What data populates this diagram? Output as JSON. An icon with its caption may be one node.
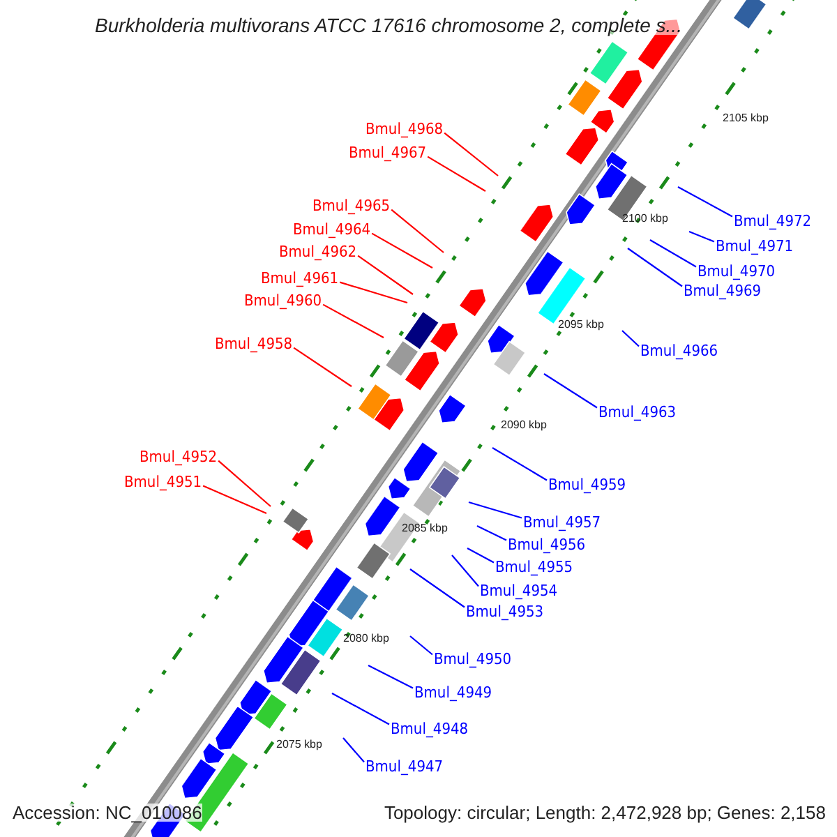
{
  "diagram": {
    "title": "Burkholderia multivorans ATCC 17616 chromosome 2, complete s...",
    "nodes": [
      {
        "text": [
          "Bmul_4968"
        ]
      },
      {
        "text": [
          "Bmul_4967"
        ]
      },
      {
        "text": [
          "Bmul_4965"
        ]
      },
      {
        "text": [
          "Bmul_4972"
        ]
      },
      {
        "text": [
          "Bmul_4964"
        ]
      },
      {
        "text": [
          "Bmul_4971"
        ]
      },
      {
        "text": [
          "Bmul_4962"
        ]
      },
      {
        "text": [
          "Bmul_4970"
        ]
      },
      {
        "text": [
          "Bmul_4961"
        ]
      },
      {
        "text": [
          "Bmul_4969"
        ]
      },
      {
        "text": [
          "Bmul_4960"
        ]
      },
      {
        "text": [
          "Bmul_4958"
        ]
      },
      {
        "text": [
          "Bmul_4966"
        ]
      },
      {
        "text": [
          "Bmul_4963"
        ]
      },
      {
        "text": [
          "Bmul_4952"
        ]
      },
      {
        "text": [
          "Bmul_4951"
        ]
      },
      {
        "text": [
          "Bmul_4959"
        ]
      },
      {
        "text": [
          "Bmul_4957"
        ]
      },
      {
        "text": [
          "Bmul_4956"
        ]
      },
      {
        "text": [
          "Bmul_4955"
        ]
      },
      {
        "text": [
          "Bmul_4954"
        ]
      },
      {
        "text": [
          "Bmul_4953"
        ]
      },
      {
        "text": [
          "Bmul_4950"
        ]
      },
      {
        "text": [
          "Bmul_4949"
        ]
      },
      {
        "text": [
          "Bmul_4948"
        ]
      },
      {
        "text": [
          "Bmul_4947"
        ]
      }
    ],
    "edges": [
      {
        "from": 0,
        "to": null,
        "arrow": "none",
        "color": "#ff0000"
      },
      {
        "from": 1,
        "to": null,
        "arrow": "none",
        "color": "#ff0000"
      },
      {
        "from": 2,
        "to": null,
        "arrow": "none",
        "color": "#ff0000"
      },
      {
        "from": 3,
        "to": null,
        "arrow": "none"
      },
      {
        "from": 4,
        "to": null,
        "arrow": "none",
        "color": "#ff0000"
      },
      {
        "from": 5,
        "to": null,
        "arrow": "none"
      },
      {
        "from": 6,
        "to": null,
        "arrow": "none",
        "color": "#ff0000"
      },
      {
        "from": 7,
        "to": null,
        "arrow": "none"
      },
      {
        "from": 8,
        "to": null,
        "arrow": "none",
        "color": "#ff0000"
      },
      {
        "from": 9,
        "to": null,
        "arrow": "none"
      },
      {
        "from": 10,
        "to": null,
        "arrow": "none",
        "color": "#ff0000"
      },
      {
        "from": 11,
        "to": null,
        "arrow": "none",
        "color": "#ff0000"
      },
      {
        "from": 12,
        "to": null,
        "arrow": "none"
      },
      {
        "from": 13,
        "to": null,
        "arrow": "none"
      },
      {
        "from": 14,
        "to": null,
        "arrow": "none",
        "color": "#ff0000"
      },
      {
        "from": 15,
        "to": null,
        "arrow": "none",
        "color": "#ff0000"
      },
      {
        "from": 16,
        "to": null,
        "arrow": "none"
      },
      {
        "from": 17,
        "to": null,
        "arrow": "none"
      },
      {
        "from": 18,
        "to": null,
        "arrow": "none"
      },
      {
        "from": 19,
        "to": null,
        "arrow": "none"
      },
      {
        "from": 20,
        "to": null,
        "arrow": "none"
      },
      {
        "from": 21,
        "to": null,
        "arrow": "none"
      },
      {
        "from": 22,
        "to": null,
        "arrow": "none"
      },
      {
        "from": 23,
        "to": null,
        "arrow": "none"
      },
      {
        "from": 24,
        "to": null,
        "arrow": "none"
      },
      {
        "from": 25,
        "to": null,
        "arrow": "none"
      }
    ],
    "labels": [
      "2105 kbp",
      "2100 kbp",
      "2095 kbp",
      "2090 kbp",
      "2085 kbp",
      "2080 kbp",
      "2075 kbp",
      "Accession: NC_010086",
      "Topology: circular; Length: 2,472,928 bp; Genes: 2,158"
    ]
  }
}
